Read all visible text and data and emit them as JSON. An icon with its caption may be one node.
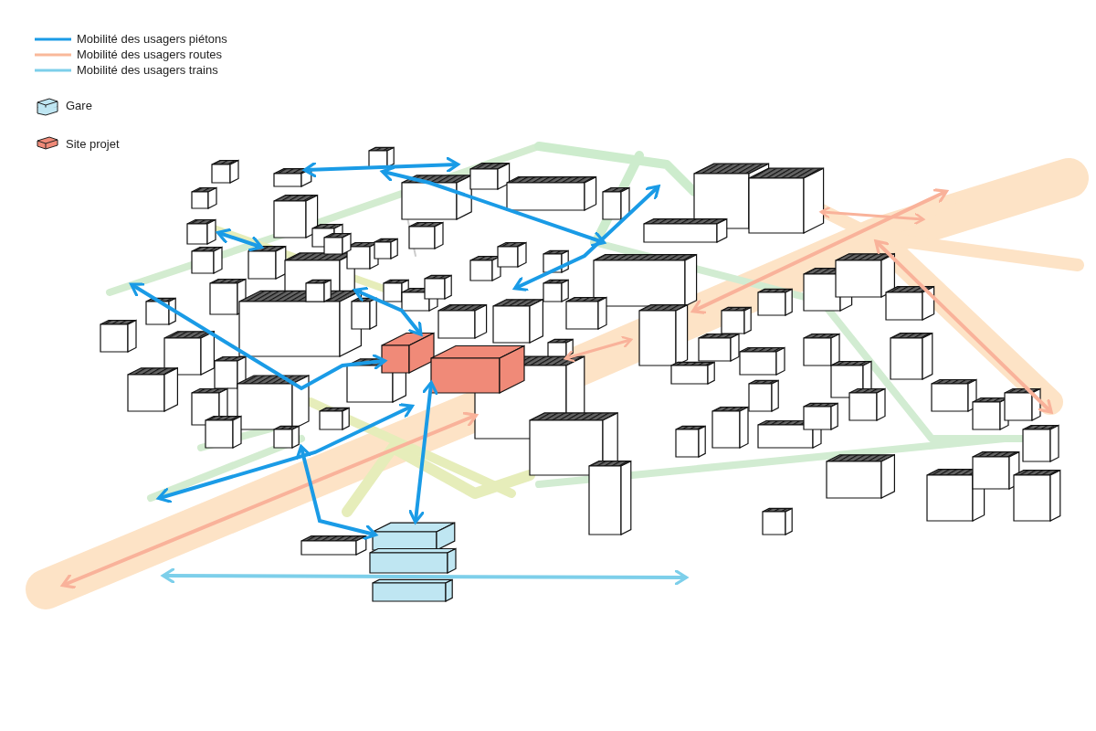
{
  "diagram": {
    "legend": [
      {
        "text": "Mobilité des usagers piétons"
      },
      {
        "text": "Mobilité des usagers routes"
      },
      {
        "text": "Mobilité des usagers trains"
      },
      {
        "text": "Gare"
      },
      {
        "text": "Site projet"
      }
    ]
  }
}
